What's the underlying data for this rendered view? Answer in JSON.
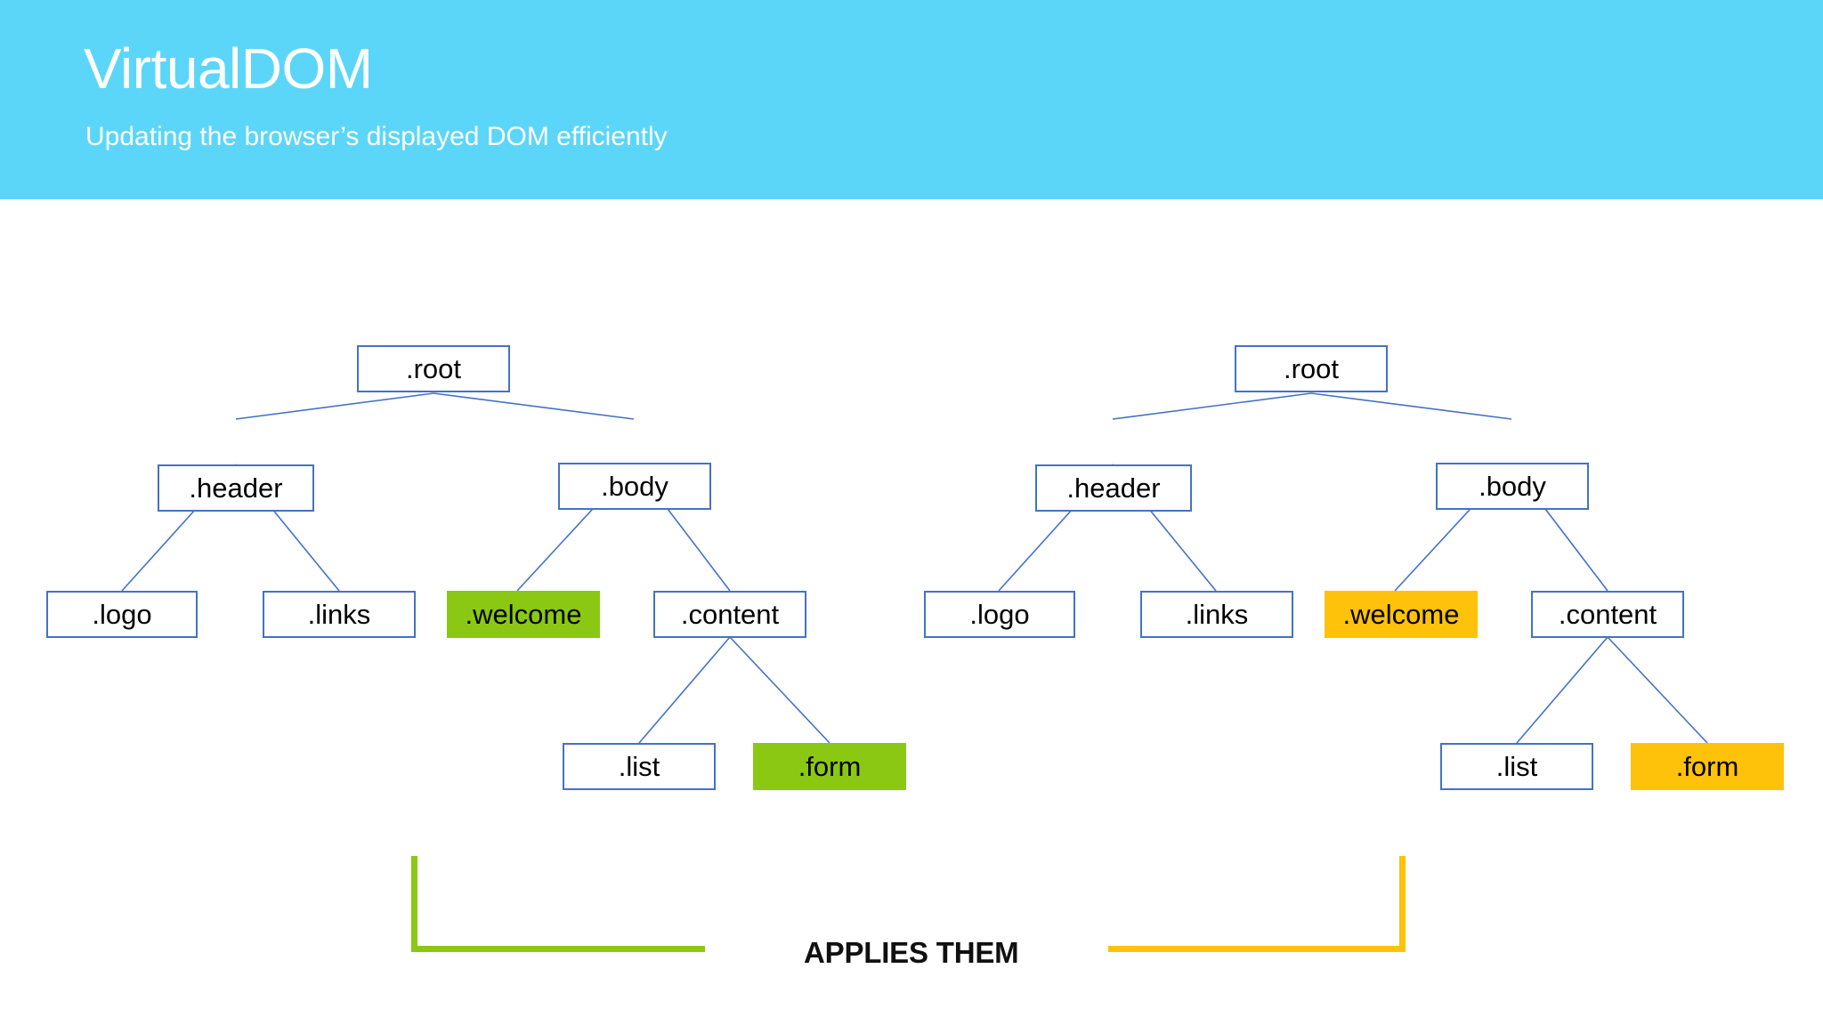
{
  "header": {
    "title": "VirtualDOM",
    "subtitle": "Updating the browser’s displayed DOM efficiently",
    "background_color": "#5BD6F8",
    "text_color": "#ffffff"
  },
  "colors": {
    "node_border": "#4472C4",
    "node_fill": "#ffffff",
    "highlight_green": "#8BC814",
    "highlight_orange": "#FDC209",
    "edge": "#4472C4",
    "label_text": "#101010"
  },
  "footer": {
    "applies_them_label": "APPLIES THEM"
  },
  "diagram": {
    "type": "tree-comparison",
    "description": "Two identical DOM trees; left tree marks changed nodes in green (virtual DOM diff), right tree marks the same nodes in orange (real DOM after patch).",
    "trees": [
      {
        "id": "virtual-dom-tree",
        "side": "left",
        "highlight_color": "#8BC814",
        "nodes": [
          {
            "id": "root",
            "label": ".root",
            "level": 0,
            "state": "plain"
          },
          {
            "id": "header",
            "label": ".header",
            "level": 1,
            "state": "plain",
            "parent": "root"
          },
          {
            "id": "body",
            "label": ".body",
            "level": 1,
            "state": "plain",
            "parent": "root"
          },
          {
            "id": "logo",
            "label": ".logo",
            "level": 2,
            "state": "plain",
            "parent": "header"
          },
          {
            "id": "links",
            "label": ".links",
            "level": 2,
            "state": "plain",
            "parent": "header"
          },
          {
            "id": "welcome",
            "label": ".welcome",
            "level": 2,
            "state": "highlight",
            "parent": "body"
          },
          {
            "id": "content",
            "label": ".content",
            "level": 2,
            "state": "plain",
            "parent": "body"
          },
          {
            "id": "list",
            "label": ".list",
            "level": 3,
            "state": "plain",
            "parent": "content"
          },
          {
            "id": "form",
            "label": ".form",
            "level": 3,
            "state": "highlight",
            "parent": "content"
          }
        ]
      },
      {
        "id": "real-dom-tree",
        "side": "right",
        "highlight_color": "#FDC209",
        "nodes": [
          {
            "id": "root",
            "label": ".root",
            "level": 0,
            "state": "plain"
          },
          {
            "id": "header",
            "label": ".header",
            "level": 1,
            "state": "plain",
            "parent": "root"
          },
          {
            "id": "body",
            "label": ".body",
            "level": 1,
            "state": "plain",
            "parent": "root"
          },
          {
            "id": "logo",
            "label": ".logo",
            "level": 2,
            "state": "plain",
            "parent": "header"
          },
          {
            "id": "links",
            "label": ".links",
            "level": 2,
            "state": "plain",
            "parent": "header"
          },
          {
            "id": "welcome",
            "label": ".welcome",
            "level": 2,
            "state": "highlight",
            "parent": "body"
          },
          {
            "id": "content",
            "label": ".content",
            "level": 2,
            "state": "plain",
            "parent": "body"
          },
          {
            "id": "list",
            "label": ".list",
            "level": 3,
            "state": "plain",
            "parent": "content"
          },
          {
            "id": "form",
            "label": ".form",
            "level": 3,
            "state": "highlight",
            "parent": "content"
          }
        ]
      }
    ]
  }
}
